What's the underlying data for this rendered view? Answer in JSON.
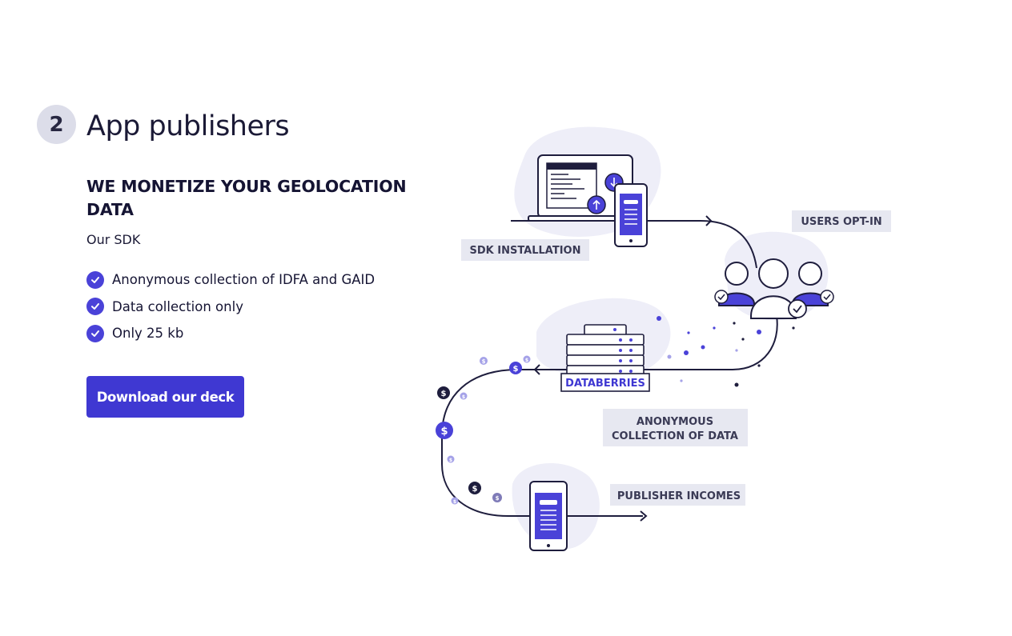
{
  "section": {
    "number": "2",
    "title": "App publishers"
  },
  "content": {
    "headline": "WE MONETIZE YOUR GEOLOCATION DATA",
    "subhead": "Our SDK",
    "features": [
      "Anonymous collection of IDFA and GAID",
      "Data collection only",
      "Only 25 kb"
    ],
    "cta_label": "Download our deck"
  },
  "diagram": {
    "labels": {
      "sdk_installation": "SDK INSTALLATION",
      "users_opt_in": "USERS OPT-IN",
      "databerries": "DATABERRIES",
      "anonymous_line1": "ANONYMOUS",
      "anonymous_line2": "COLLECTION OF DATA",
      "publisher_incomes": "PUBLISHER INCOMES"
    },
    "coin_symbol": "$",
    "icons": [
      "laptop-icon",
      "phone-icon",
      "download-icon",
      "upload-icon",
      "users-icon",
      "check-icon",
      "server-stack-icon",
      "coin-icon",
      "arrow-icon"
    ]
  },
  "colors": {
    "accent": "#3f38d2",
    "check": "#4a42d8",
    "navy": "#1e1d3d",
    "blob": "#eeeef8",
    "label_bg": "#e7e8f1"
  }
}
